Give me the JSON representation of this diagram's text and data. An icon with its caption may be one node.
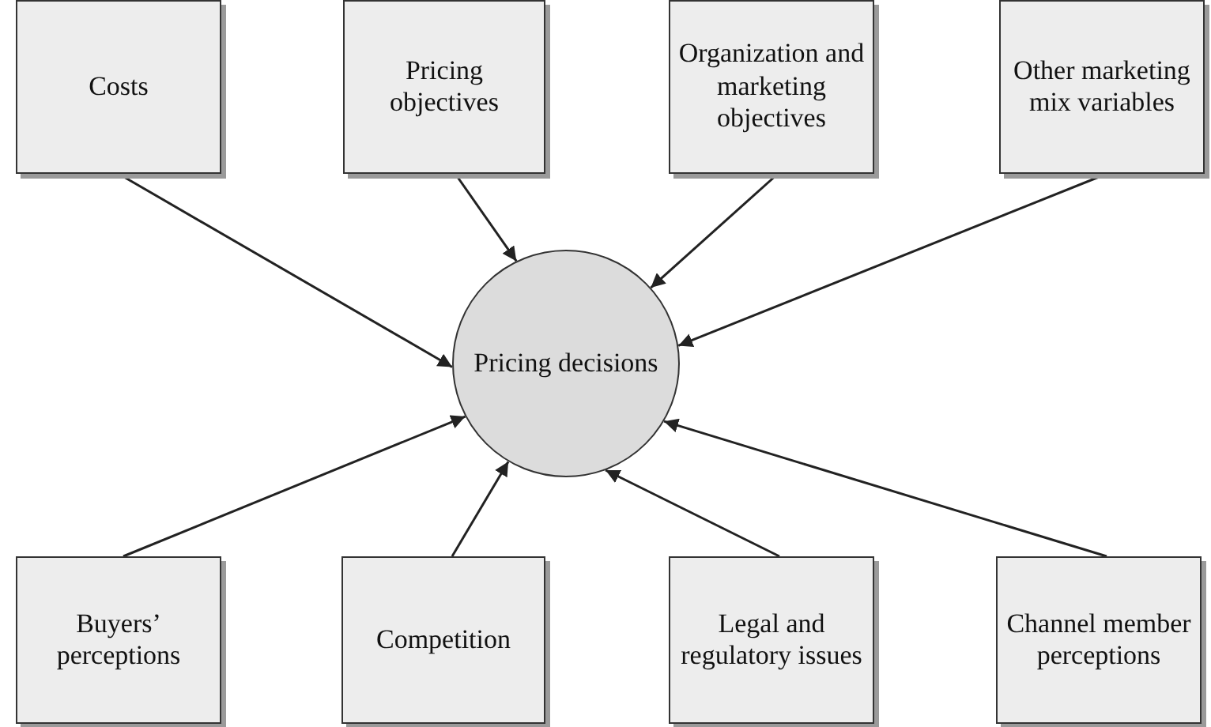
{
  "diagram": {
    "nodes": [
      {
        "text": [
          "Pricing decisions"
        ]
      },
      {
        "text": [
          "Costs"
        ]
      },
      {
        "text": [
          "Pricing objectives"
        ]
      },
      {
        "text": [
          "Organization and marketing objectives"
        ]
      },
      {
        "text": [
          "Other marketing mix variables"
        ]
      },
      {
        "text": [
          "Buyers’ perceptions"
        ]
      },
      {
        "text": [
          "Competition"
        ]
      },
      {
        "text": [
          "Legal and regulatory issues"
        ]
      },
      {
        "text": [
          "Channel member perceptions"
        ]
      }
    ],
    "edges": [
      {
        "from": 1,
        "to": 0,
        "arrow": "to"
      },
      {
        "from": 2,
        "to": 0,
        "arrow": "to"
      },
      {
        "from": 3,
        "to": 0,
        "arrow": "to"
      },
      {
        "from": 4,
        "to": 0,
        "arrow": "to"
      },
      {
        "from": 5,
        "to": 0,
        "arrow": "to"
      },
      {
        "from": 6,
        "to": 0,
        "arrow": "to"
      },
      {
        "from": 7,
        "to": 0,
        "arrow": "to"
      },
      {
        "from": 8,
        "to": 0,
        "arrow": "to"
      }
    ]
  }
}
